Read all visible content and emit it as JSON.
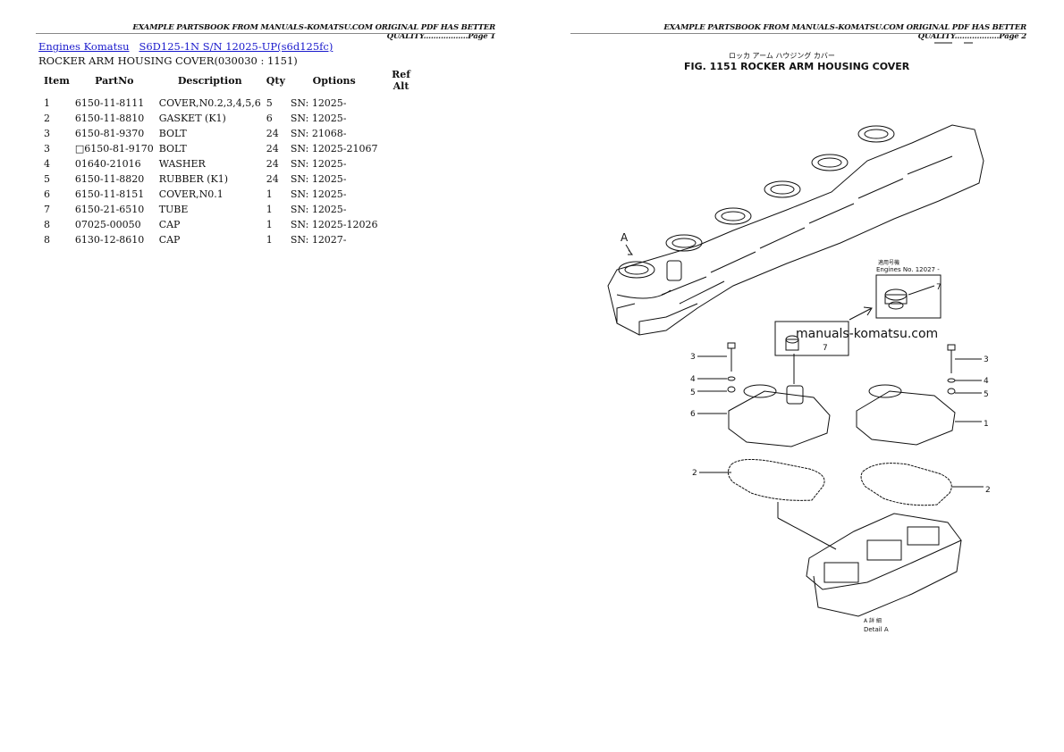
{
  "header": {
    "page1": "EXAMPLE PARTSBOOK FROM MANUALS-KOMATSU.COM ORIGINAL PDF HAS BETTER QUALITY..................Page 1",
    "page2": "EXAMPLE PARTSBOOK FROM MANUALS-KOMATSU.COM ORIGINAL PDF HAS BETTER QUALITY..................Page 2"
  },
  "breadcrumb": {
    "link1": "Engines Komatsu",
    "link2": "S6D125-1N S/N 12025-UP(s6d125fc)"
  },
  "subtitle": "ROCKER ARM HOUSING COVER(030030 : 1151)",
  "table": {
    "headers": [
      "Item",
      "PartNo",
      "Description",
      "Qty",
      "Options",
      "Ref Alt"
    ],
    "rows": [
      {
        "item": "1",
        "part": "6150-11-8111",
        "desc": "COVER,N0.2,3,4,5,6",
        "qty": "5",
        "opt": "SN: 12025-",
        "ref": ""
      },
      {
        "item": "2",
        "part": "6150-11-8810",
        "desc": "GASKET (K1)",
        "qty": "6",
        "opt": "SN: 12025-",
        "ref": ""
      },
      {
        "item": "3",
        "part": "6150-81-9370",
        "desc": "BOLT",
        "qty": "24",
        "opt": "SN: 21068-",
        "ref": ""
      },
      {
        "item": "3",
        "part": "□6150-81-9170",
        "desc": "BOLT",
        "qty": "24",
        "opt": "SN: 12025-21067",
        "ref": ""
      },
      {
        "item": "4",
        "part": "01640-21016",
        "desc": "WASHER",
        "qty": "24",
        "opt": "SN: 12025-",
        "ref": ""
      },
      {
        "item": "5",
        "part": "6150-11-8820",
        "desc": "RUBBER (K1)",
        "qty": "24",
        "opt": "SN: 12025-",
        "ref": ""
      },
      {
        "item": "6",
        "part": "6150-11-8151",
        "desc": "COVER,N0.1",
        "qty": "1",
        "opt": "SN: 12025-",
        "ref": ""
      },
      {
        "item": "7",
        "part": "6150-21-6510",
        "desc": "TUBE",
        "qty": "1",
        "opt": "SN: 12025-",
        "ref": ""
      },
      {
        "item": "8",
        "part": "07025-00050",
        "desc": "CAP",
        "qty": "1",
        "opt": "SN: 12025-12026",
        "ref": ""
      },
      {
        "item": "8",
        "part": "6130-12-8610",
        "desc": "CAP",
        "qty": "1",
        "opt": "SN: 12027-",
        "ref": ""
      }
    ]
  },
  "diagram": {
    "title_jp": "ロッカ アーム ハウジング カバー",
    "title": "FIG. 1151 ROCKER ARM HOUSING COVER",
    "label_a": "A",
    "engine_no_jp": "適用号機",
    "engine_no": "Engines No. 12027 -",
    "watermark": "manuals-komatsu.com",
    "detail_jp": "A 詳 細",
    "detail": "Detail A",
    "callouts": {
      "c7a": "7",
      "c7b": "7",
      "c3l": "3",
      "c4l": "4",
      "c5l": "5",
      "c6l": "6",
      "c3r": "3",
      "c4r": "4",
      "c5r": "5",
      "c1r": "1",
      "c2l": "2",
      "c2r": "2"
    }
  }
}
